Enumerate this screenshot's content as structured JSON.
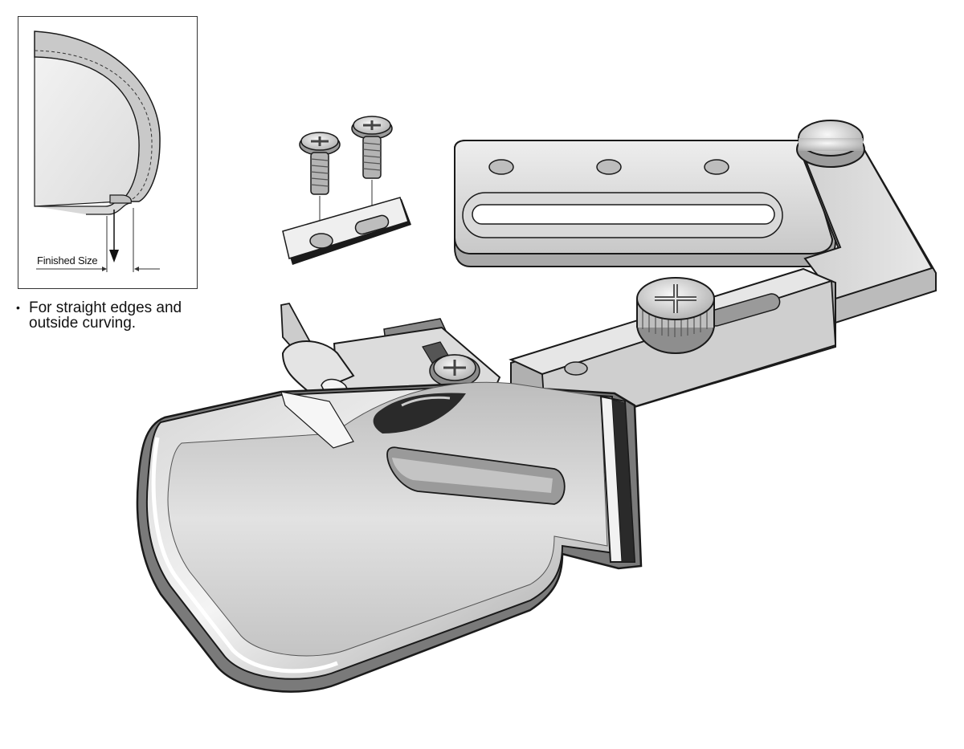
{
  "inset": {
    "finished_size_label": "Finished Size"
  },
  "note": {
    "bullet": "•",
    "line1": "For straight edges and",
    "line2": "outside curving."
  },
  "colors": {
    "metal_light": "#e8e8e8",
    "metal_mid": "#bdbdbd",
    "metal_dark": "#7a7a7a",
    "outline": "#1a1a1a"
  }
}
